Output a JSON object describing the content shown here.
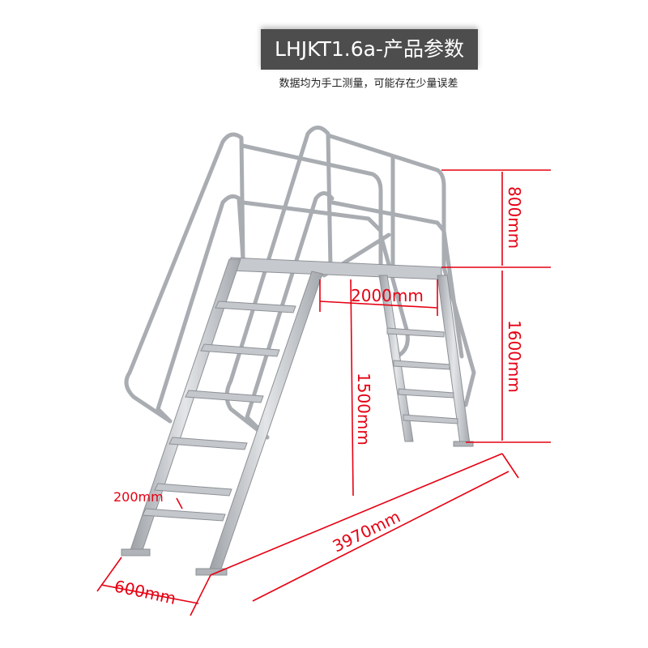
{
  "header": {
    "title": "LHJKT1.6a-产品参数",
    "note": "数据均为手工测量，可能存在少量误差"
  },
  "dimensions": {
    "rail_height": "800mm",
    "platform_height": "1600mm",
    "platform_length": "2000mm",
    "vertical_step_height": "1500mm",
    "step_spacing": "200mm",
    "total_length": "3970mm",
    "width": "600mm"
  },
  "colors": {
    "annotation": "#e60012",
    "title_bg": "#4d4d4d",
    "metal": "#b9bcc0"
  }
}
